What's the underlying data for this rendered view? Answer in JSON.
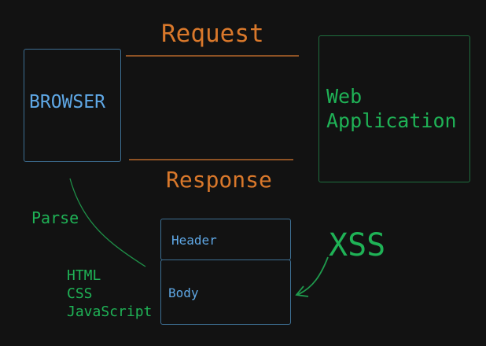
{
  "browser": {
    "label": "BROWSER"
  },
  "web_app": {
    "line1": "Web",
    "line2": "Application"
  },
  "request": {
    "label": "Request"
  },
  "response": {
    "label": "Response"
  },
  "parse": {
    "label": "Parse"
  },
  "languages": [
    "HTML",
    "CSS",
    "JavaScript"
  ],
  "http_response": {
    "header": "Header",
    "body": "Body"
  },
  "xss": {
    "label": "XSS"
  },
  "colors": {
    "background": "#121212",
    "blue": "#5fa8e6",
    "green": "#1fb256",
    "orange": "#d9782b"
  }
}
